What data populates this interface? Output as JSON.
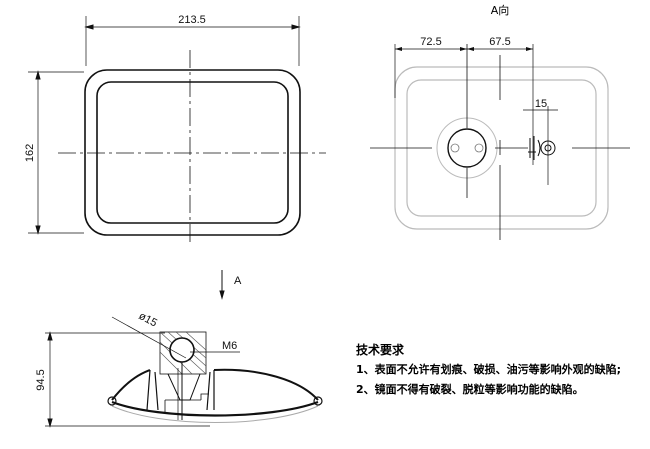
{
  "front_view": {
    "width_dim": "213.5",
    "height_dim": "162"
  },
  "view_arrow": {
    "label": "A"
  },
  "a_view": {
    "title": "A向",
    "dim_left": "72.5",
    "dim_right": "67.5",
    "dim_small": "15"
  },
  "section_view": {
    "height_dim": "94.5",
    "ball_dim": "ø15",
    "thread_dim": "M6"
  },
  "tech_notes": {
    "title": "技术要求",
    "items": [
      "1、表面不允许有划痕、破损、油污等影响外观的缺陷;",
      "2、镜面不得有破裂、脱粒等影响功能的缺陷。"
    ]
  }
}
